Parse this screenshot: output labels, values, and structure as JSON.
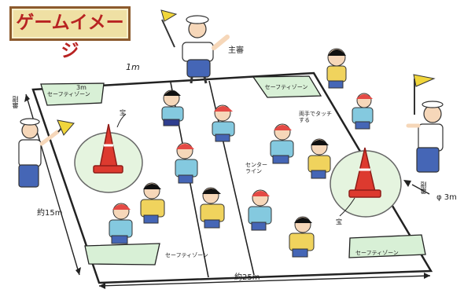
{
  "title": "ゲームイメージ",
  "labels": {
    "chief_referee": "主審",
    "top_distance": "1m",
    "field_length": "約25m",
    "field_width": "約15m",
    "circle_diameter": "φ 3m",
    "top_left_square": "3m",
    "treasure_left": "宝",
    "treasure_right": "宝",
    "touch_note": "両手でタッチする",
    "center_line": "センターライン",
    "left_assistant": "副審",
    "right_assistant": "副審"
  },
  "zones": {
    "top_left": "セーフティゾーン",
    "top_right": "セーフティゾーン",
    "bottom_left": "セーフティゾーン",
    "bottom_right": "セーフティゾーン"
  },
  "colors": {
    "title_text": "#b82322",
    "title_bg": "#efe0a4",
    "safety_zone": "#d8f0d6",
    "circle_fill": "#e5f4df",
    "cone": "#dd3a2f",
    "flag": "#f1d63b",
    "red_team": "#e44a45",
    "blue_team": "#84c9df",
    "yellow_team": "#f0d35d",
    "field_line": "#222222"
  },
  "icons": {
    "left_cone": "traffic-cone-icon",
    "right_cone": "traffic-cone-icon",
    "flag": "flag-icon",
    "player": "child-player-icon",
    "referee": "referee-icon"
  }
}
